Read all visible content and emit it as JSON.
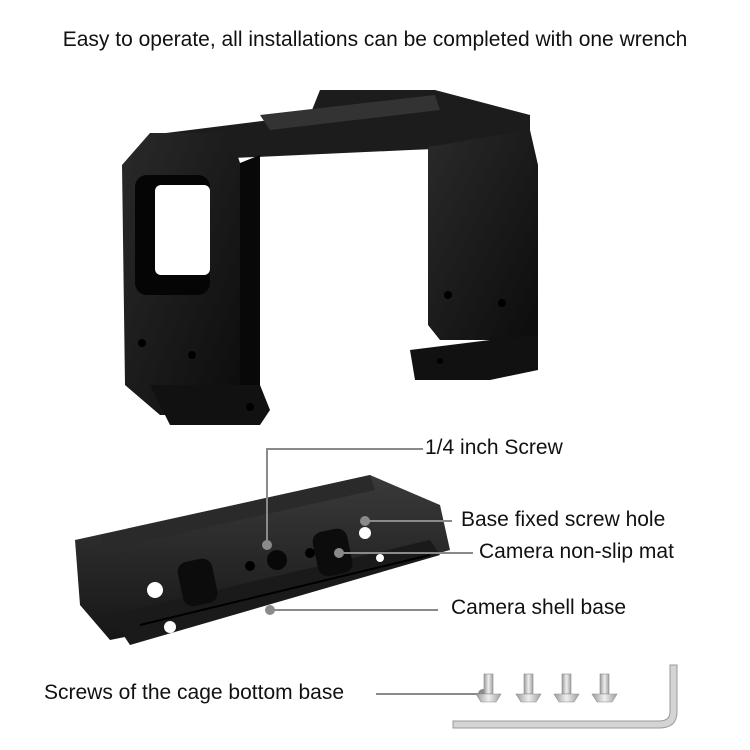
{
  "headline": "Easy to operate, all installations can be completed with one wrench",
  "images": {
    "cage": "camera-cage-frame",
    "base_plate": "camera-shell-base-plate",
    "screws": "four-countersunk-screws",
    "wrench": "hex-allen-wrench"
  },
  "callouts": [
    {
      "id": "quarter-inch-screw",
      "label": "1/4 inch Screw"
    },
    {
      "id": "base-fixed-screw-hole",
      "label": "Base fixed screw hole"
    },
    {
      "id": "camera-non-slip-mat",
      "label": "Camera non-slip mat"
    },
    {
      "id": "camera-shell-base",
      "label": "Camera shell base"
    },
    {
      "id": "cage-bottom-screws",
      "label": "Screws of the cage bottom base"
    }
  ],
  "colors": {
    "background": "#ffffff",
    "product_black": "#141414",
    "leader_line": "#8a8a8a",
    "metal_silver": "#c9c9c9"
  },
  "screw_count": 4
}
